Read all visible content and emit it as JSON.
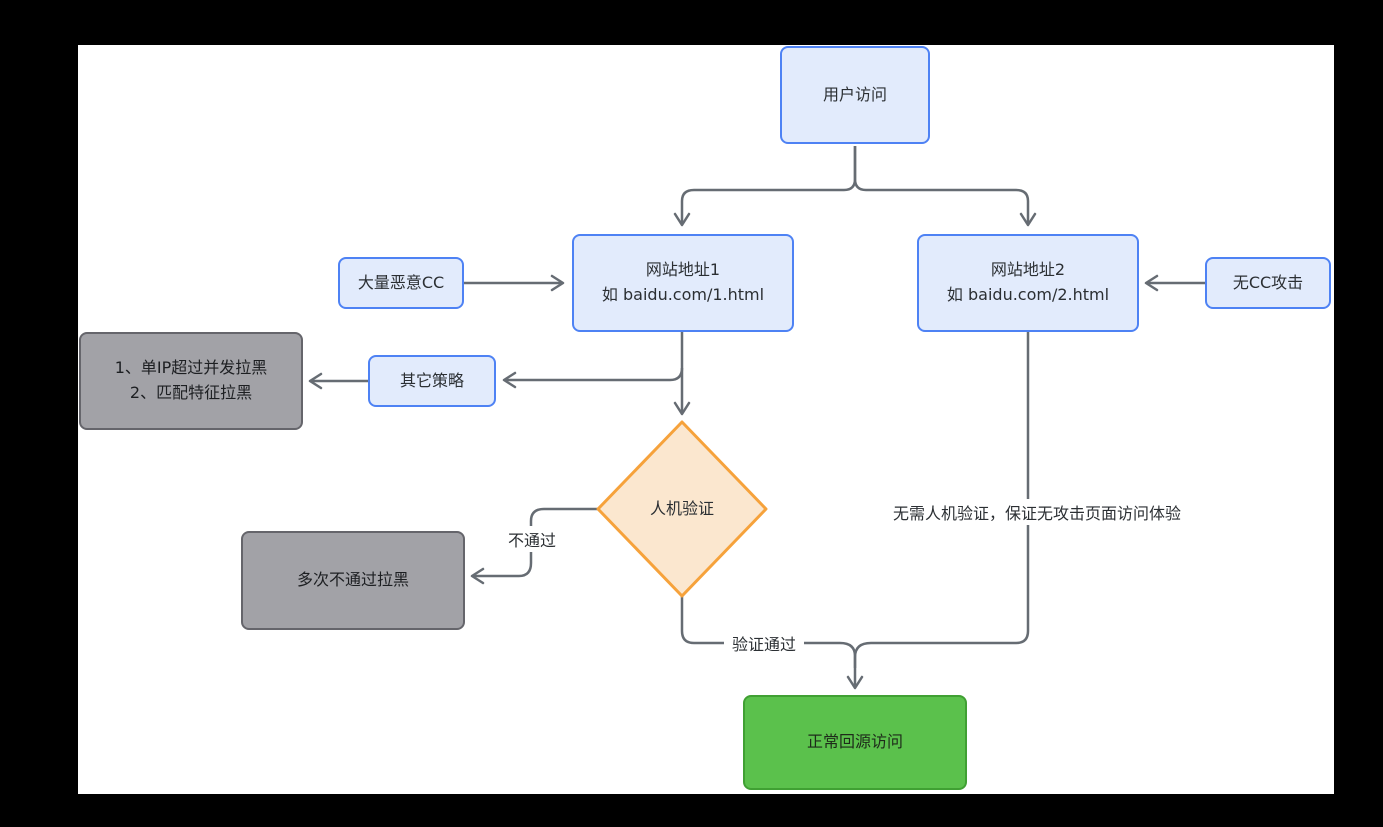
{
  "diagram": {
    "nodes": {
      "user_access": {
        "label": "用户访问"
      },
      "site1": {
        "label": "网站地址1\n如 baidu.com/1.html"
      },
      "site2": {
        "label": "网站地址2\n如 baidu.com/2.html"
      },
      "cc_attack": {
        "label": "大量恶意CC"
      },
      "no_cc": {
        "label": "无CC攻击"
      },
      "blacklist_rules": {
        "label": "1、单IP超过并发拉黑\n2、匹配特征拉黑"
      },
      "other_strategy": {
        "label": "其它策略"
      },
      "captcha": {
        "label": "人机验证"
      },
      "fail_blacklist": {
        "label": "多次不通过拉黑"
      },
      "origin_access": {
        "label": "正常回源访问"
      }
    },
    "edge_labels": {
      "fail": "不通过",
      "pass": "验证通过",
      "no_captcha_note": "无需人机验证，保证无攻击页面访问体验"
    },
    "colors": {
      "node_blue_fill": "#e2ebfc",
      "node_blue_border": "#4e82f4",
      "node_gray_fill": "#a2a2a7",
      "node_gray_border": "#65656b",
      "diamond_fill": "#fbe7cf",
      "diamond_border": "#f6a23b",
      "node_green_fill": "#5bc14c",
      "node_green_border": "#40a033",
      "arrow": "#666c73",
      "canvas": "#ffffff",
      "backdrop": "#000000",
      "text": "#2b2f33"
    }
  }
}
